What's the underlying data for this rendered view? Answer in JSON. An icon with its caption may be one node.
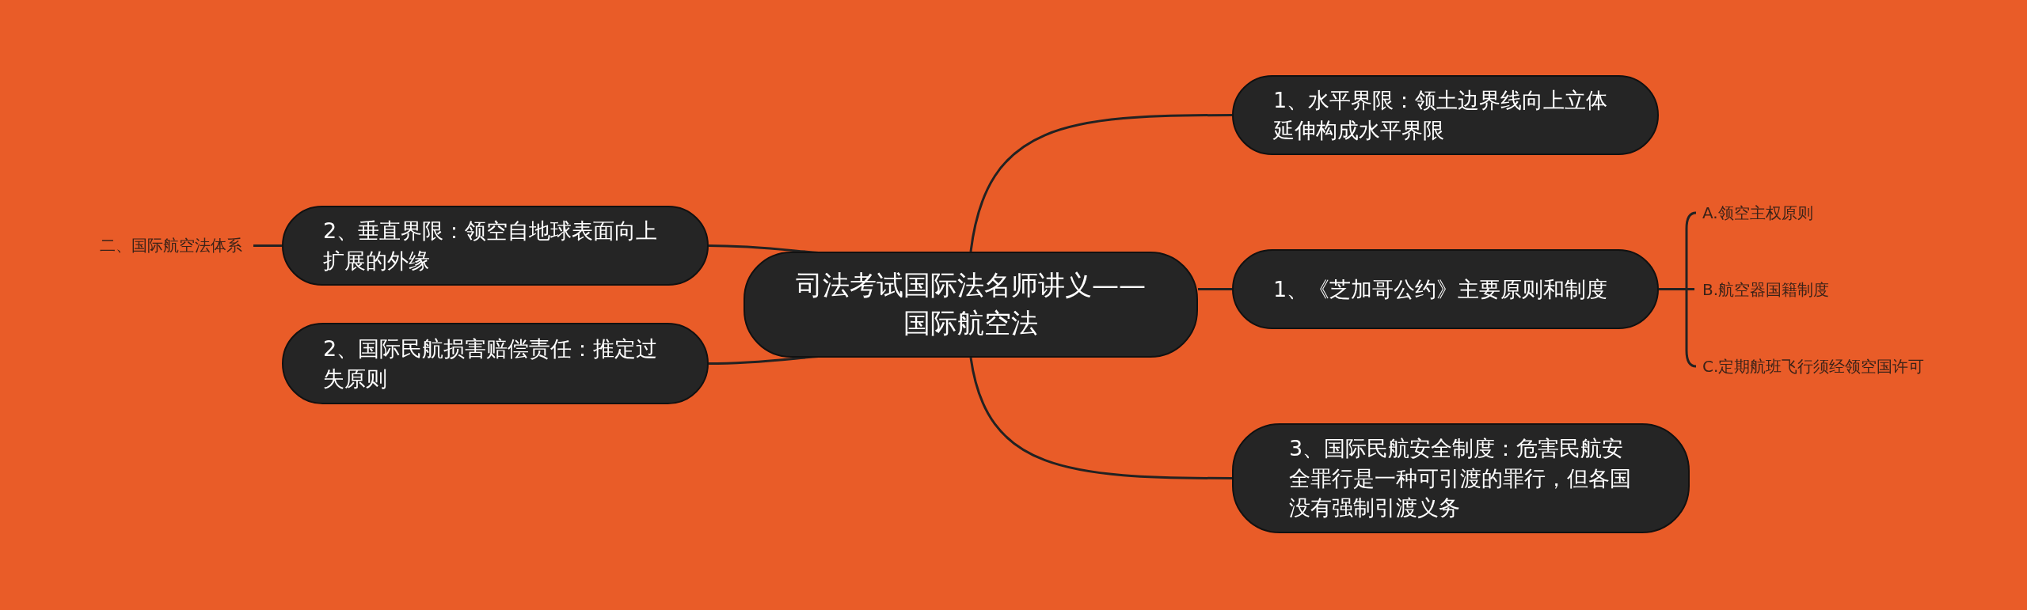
{
  "diagram": {
    "nodes": [
      {
        "text": [
          "司法考试国际法名师讲义——国际航空法"
        ]
      },
      {
        "text": [
          "1、水平界限：领土边界线向上立体延伸构成水平界限"
        ]
      },
      {
        "text": [
          "1、《芝加哥公约》主要原则和制度"
        ]
      },
      {
        "text": [
          "A.领空主权原则"
        ]
      },
      {
        "text": [
          "B.航空器国籍制度"
        ]
      },
      {
        "text": [
          "C.定期航班飞行须经领空国许可"
        ]
      },
      {
        "text": [
          "3、国际民航安全制度：危害民航安全罪行是一种可引渡的罪行，但各国没有强制引渡义务"
        ]
      },
      {
        "text": [
          "2、垂直界限：领空自地球表面向上扩展的外缘"
        ]
      },
      {
        "text": [
          "二、国际航空法体系"
        ]
      },
      {
        "text": [
          "2、国际民航损害赔偿责任：推定过失原则"
        ]
      }
    ],
    "edges": [
      {
        "from": 0,
        "to": 1,
        "arrow": "none"
      },
      {
        "from": 0,
        "to": 2,
        "arrow": "none"
      },
      {
        "from": 2,
        "to": 3,
        "arrow": "none"
      },
      {
        "from": 2,
        "to": 4,
        "arrow": "none"
      },
      {
        "from": 2,
        "to": 5,
        "arrow": "none"
      },
      {
        "from": 0,
        "to": 6,
        "arrow": "none"
      },
      {
        "from": 0,
        "to": 7,
        "arrow": "none"
      },
      {
        "from": 7,
        "to": 8,
        "arrow": "none"
      },
      {
        "from": 0,
        "to": 9,
        "arrow": "none"
      }
    ]
  }
}
